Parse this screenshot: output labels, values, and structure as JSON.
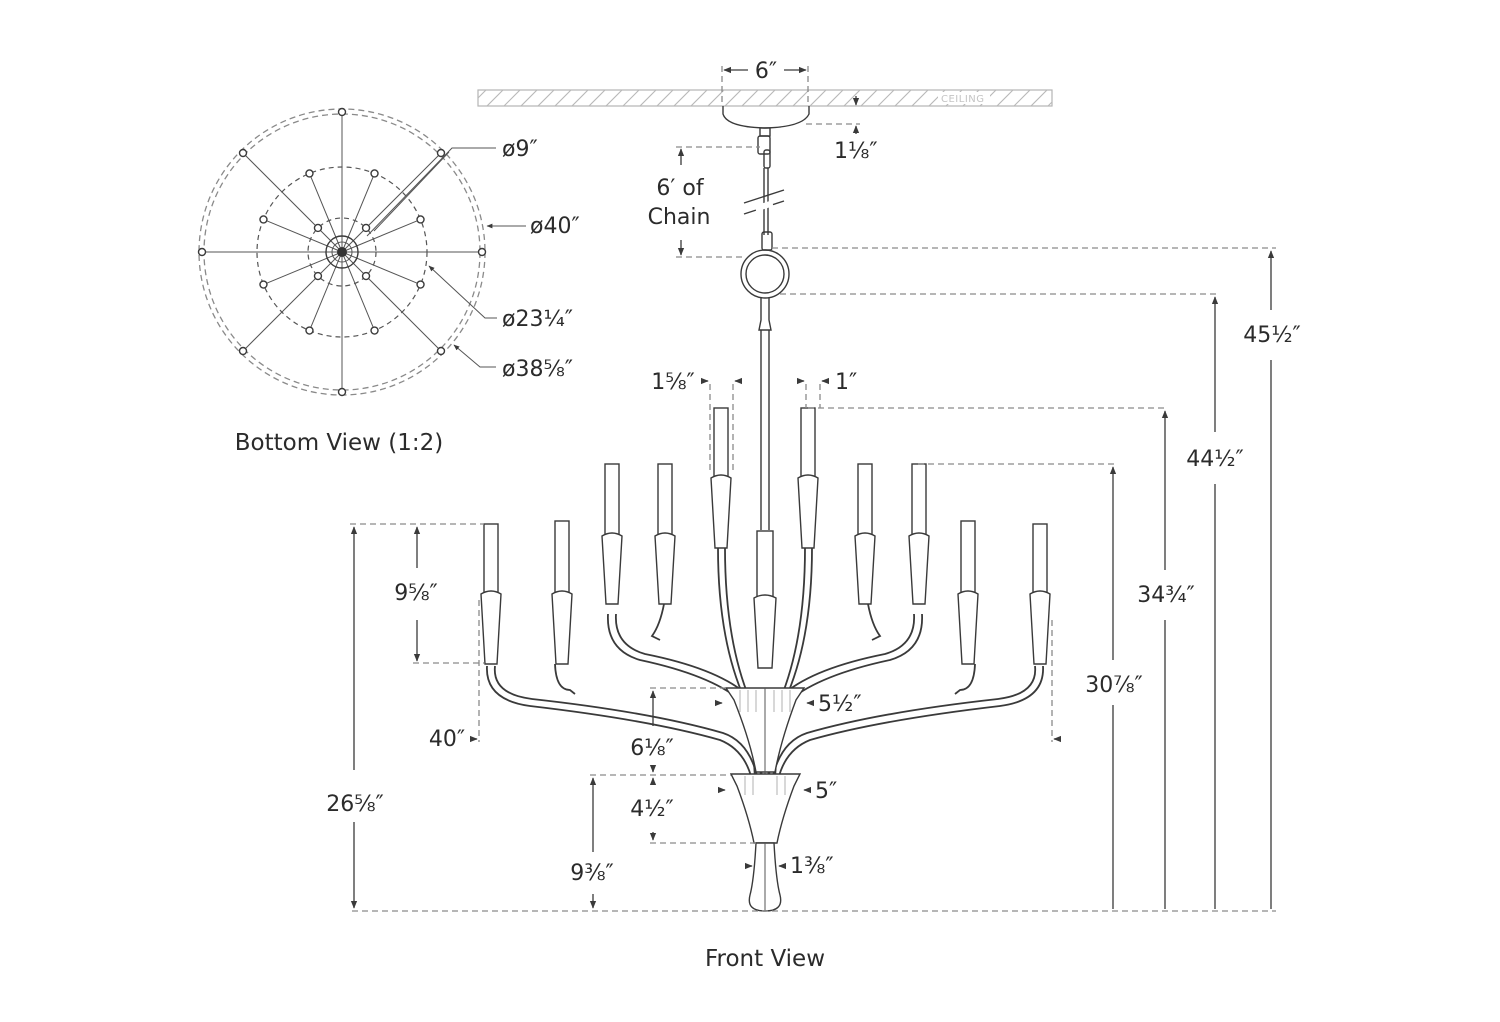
{
  "ceiling": {
    "label": "CEILING"
  },
  "bottom_view": {
    "caption": "Bottom View (1:2)",
    "dimensions": {
      "canopy_diameter": "ø9″",
      "overall_diameter": "ø40″",
      "inner_ring_diameter": "ø23¼″",
      "outer_ring_diameter": "ø38⅝″"
    }
  },
  "front_view": {
    "caption": "Front View",
    "dimensions": {
      "canopy_width": "6″",
      "canopy_height": "1⅛″",
      "chain_line1": "6′ of",
      "chain_line2": "Chain",
      "overall_to_chain": "45½″",
      "overall_to_ring": "44½″",
      "height_to_top_candle": "34¾″",
      "height_to_mid_candle": "30⅞″",
      "height_to_low_candle": "26⅝″",
      "candle_sleeve_width": "1⅝″",
      "candle_width": "1″",
      "candle_height": "9⅝″",
      "overall_width": "40″",
      "upper_cup_width": "5½″",
      "upper_cup_to_lower": "6⅛″",
      "lower_cup_width": "5″",
      "lower_cup_height": "4½″",
      "bottom_section": "9⅜″",
      "finial_width": "1⅜″"
    }
  }
}
